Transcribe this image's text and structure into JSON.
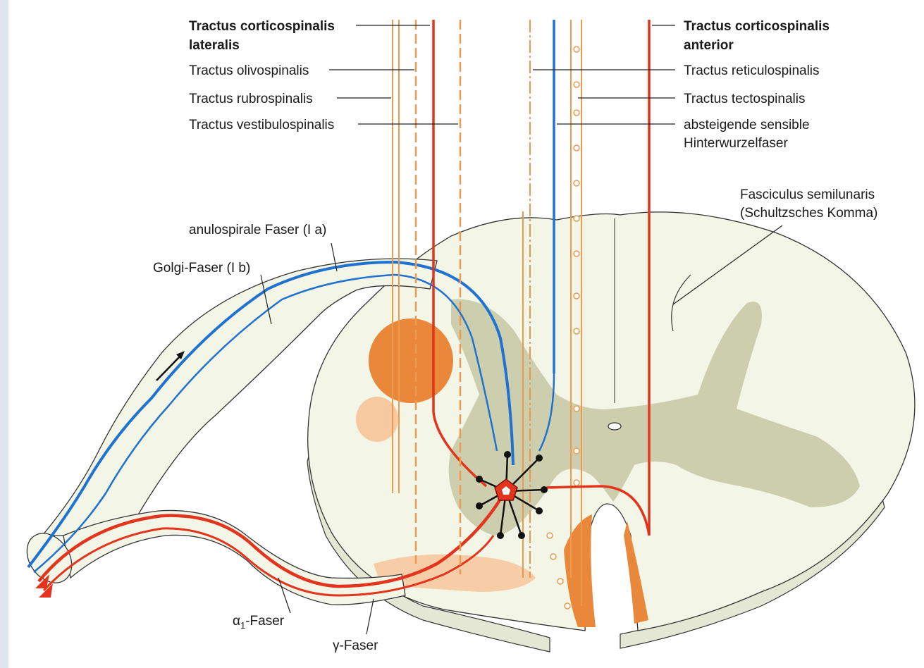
{
  "labels": {
    "left": {
      "corticospinalis_lateralis_1": "Tractus corticospinalis",
      "corticospinalis_lateralis_2": "lateralis",
      "olivospinalis": "Tractus olivospinalis",
      "rubrospinalis": "Tractus rubrospinalis",
      "vestibulospinalis": "Tractus vestibulospinalis"
    },
    "right": {
      "corticospinalis_anterior_1": "Tractus corticospinalis",
      "corticospinalis_anterior_2": "anterior",
      "reticulospinalis": "Tractus reticulospinalis",
      "tectospinalis": "Tractus tectospinalis",
      "sensible_1": "absteigende sensible",
      "sensible_2": "Hinterwurzelfaser",
      "fasciculus_1": "Fasciculus semilunaris",
      "fasciculus_2": "(Schultzsches Komma)"
    },
    "nerve": {
      "anulospirale": "anulospirale Faser (I a)",
      "golgi": "Golgi-Faser (I b)",
      "alpha_symbol": "α",
      "alpha_sub": "1",
      "alpha_suffix": "-Faser",
      "gamma": "γ-Faser"
    }
  },
  "colors": {
    "background": "#dfe6f2",
    "tissue": "#f3f5e6",
    "grey_matter": "#c9caa6",
    "orange_nucleus": "#e9873a",
    "light_orange": "#f6c9a0",
    "red_fiber": "#e3351d",
    "blue_fiber": "#1f72d0",
    "orange_fiber": "#ec9a4f"
  },
  "icons": [
    "arrow-icon",
    "neuron-icon"
  ]
}
